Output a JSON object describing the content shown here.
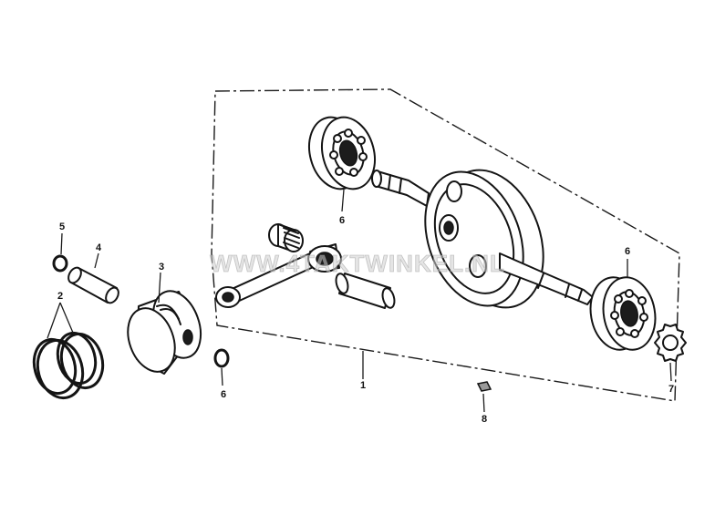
{
  "watermark": "WWW.4TAKTWINKEL.NL",
  "callouts": {
    "assembly": "1",
    "piston_rings": "2",
    "piston": "3",
    "piston_pin": "4",
    "pin_clip": "5",
    "bearing_left": "6",
    "bearing_right": "6",
    "small_washer": "6",
    "nut": "7",
    "woodruff_key": "8"
  }
}
